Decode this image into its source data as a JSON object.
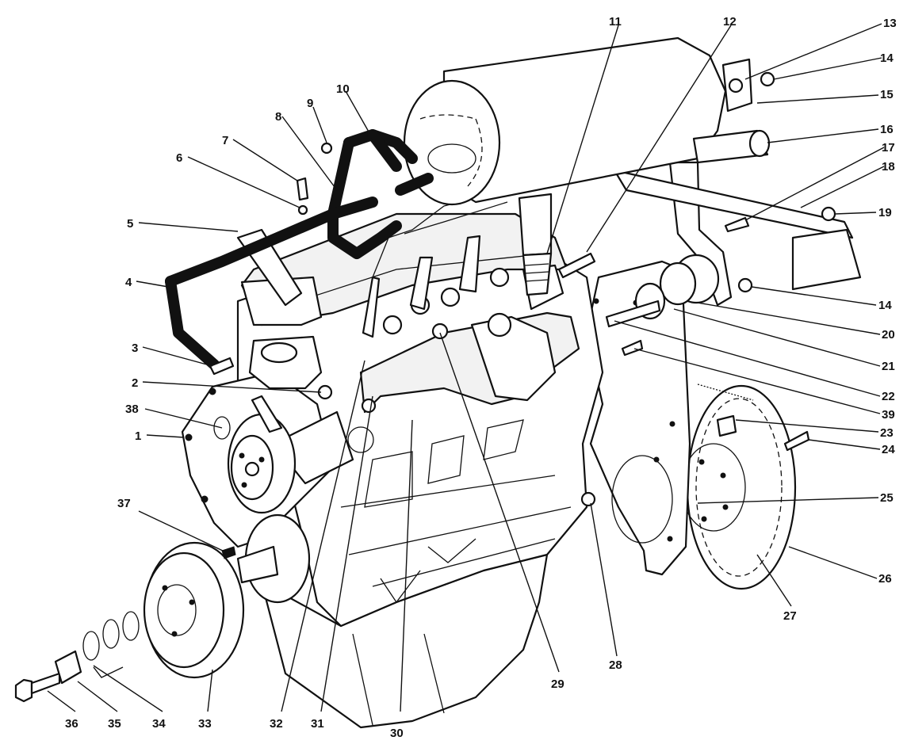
{
  "diagram": {
    "callouts": [
      {
        "id": "1",
        "text": "1"
      },
      {
        "id": "2",
        "text": "2"
      },
      {
        "id": "3",
        "text": "3"
      },
      {
        "id": "4",
        "text": "4"
      },
      {
        "id": "5",
        "text": "5"
      },
      {
        "id": "6",
        "text": "6"
      },
      {
        "id": "7",
        "text": "7"
      },
      {
        "id": "8",
        "text": "8"
      },
      {
        "id": "9",
        "text": "9"
      },
      {
        "id": "10",
        "text": "10"
      },
      {
        "id": "11",
        "text": "11"
      },
      {
        "id": "12",
        "text": "12"
      },
      {
        "id": "13",
        "text": "13"
      },
      {
        "id": "14a",
        "text": "14"
      },
      {
        "id": "15",
        "text": "15"
      },
      {
        "id": "16",
        "text": "16"
      },
      {
        "id": "17",
        "text": "17"
      },
      {
        "id": "18",
        "text": "18"
      },
      {
        "id": "19",
        "text": "19"
      },
      {
        "id": "14b",
        "text": "14"
      },
      {
        "id": "20",
        "text": "20"
      },
      {
        "id": "21",
        "text": "21"
      },
      {
        "id": "22",
        "text": "22"
      },
      {
        "id": "39",
        "text": "39"
      },
      {
        "id": "23",
        "text": "23"
      },
      {
        "id": "24",
        "text": "24"
      },
      {
        "id": "25",
        "text": "25"
      },
      {
        "id": "26",
        "text": "26"
      },
      {
        "id": "27",
        "text": "27"
      },
      {
        "id": "28",
        "text": "28"
      },
      {
        "id": "29",
        "text": "29"
      },
      {
        "id": "30",
        "text": "30"
      },
      {
        "id": "31",
        "text": "31"
      },
      {
        "id": "32",
        "text": "32"
      },
      {
        "id": "33",
        "text": "33"
      },
      {
        "id": "34",
        "text": "34"
      },
      {
        "id": "35",
        "text": "35"
      },
      {
        "id": "36",
        "text": "36"
      },
      {
        "id": "37",
        "text": "37"
      },
      {
        "id": "38",
        "text": "38"
      }
    ]
  }
}
